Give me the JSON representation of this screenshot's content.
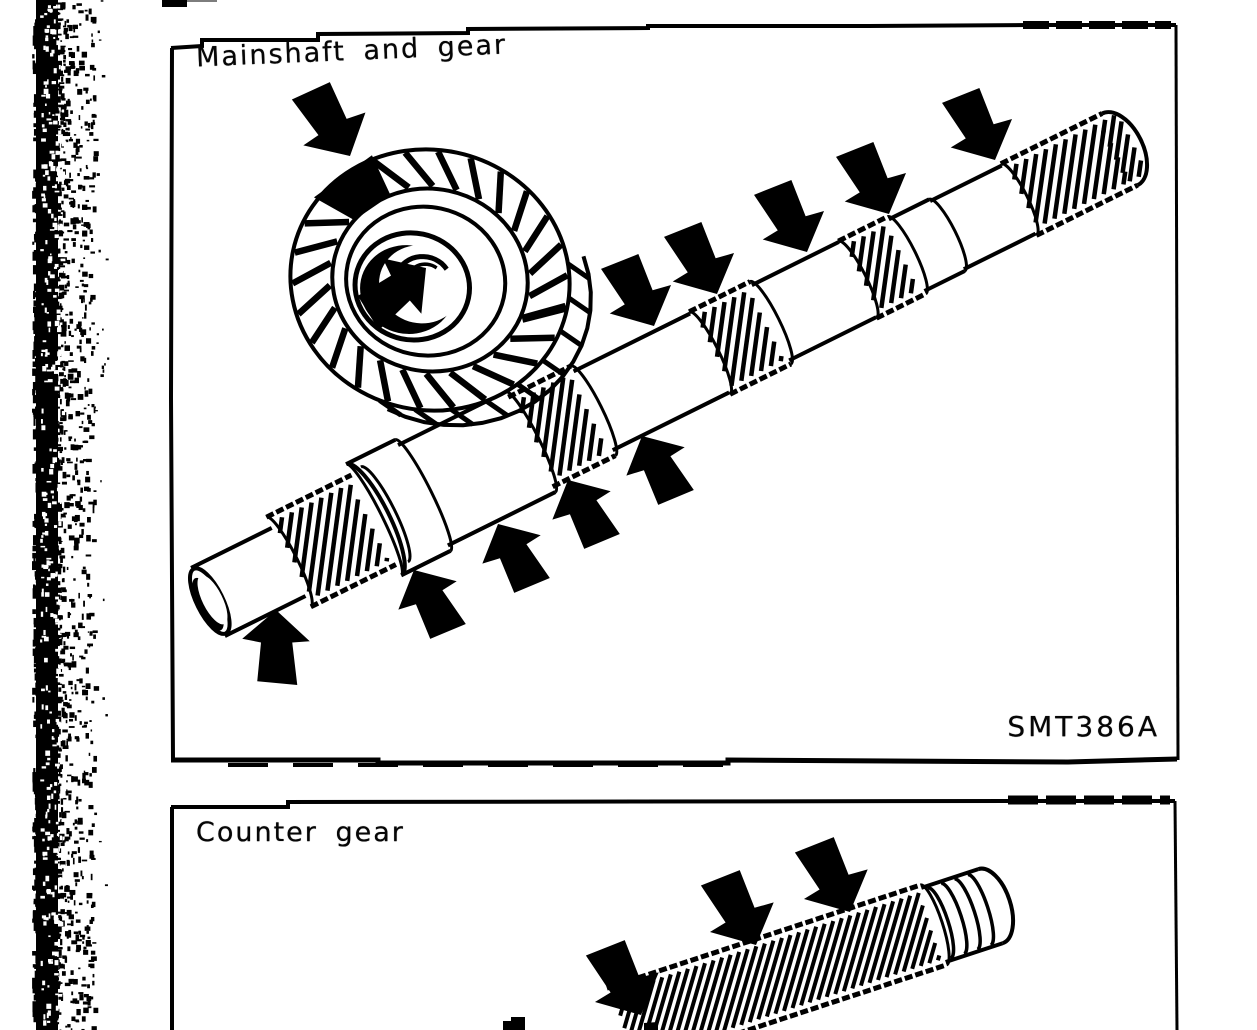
{
  "page": {
    "kind": "scanned-manual-page",
    "background_color": "#ffffff",
    "ink_color": "#000000"
  },
  "binding": {
    "side": "left",
    "color": "#000000",
    "description": "speckled book binding edge"
  },
  "figures": [
    {
      "id": "mainshaft-and-gear",
      "title": "Mainshaft and gear",
      "figure_code": "SMT386A",
      "illustration": "mainshaft with splined sections and separate helical gear",
      "inspection_arrow_count": 12
    },
    {
      "id": "counter-gear",
      "title": "Counter gear",
      "figure_code": "",
      "illustration": "counter gear shaft splined end, partially visible at page bottom",
      "inspection_arrow_count": 3
    }
  ]
}
